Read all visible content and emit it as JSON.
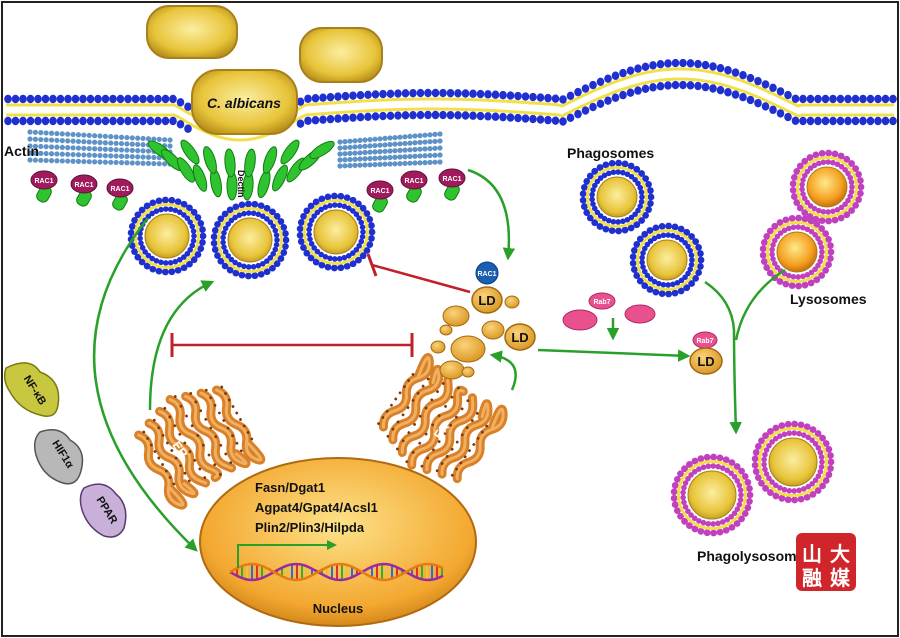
{
  "labels": {
    "c_albicans": "C. albicans",
    "actin": "Actin",
    "dectin": "Dectin",
    "phagosomes": "Phagosomes",
    "lysosomes": "Lysosomes",
    "phagolysosome": "Phagolysosome",
    "nucleus": "Nucleus",
    "er": "ER",
    "ld": "LD",
    "rac1": "RAC1",
    "rab7": "Rab7",
    "nfkb": "NF-κB",
    "hif1a": "HIF1α",
    "ppar": "PPAR"
  },
  "genes": [
    "Fasn/Dgat1",
    "Agpat4/Gpat4/Acsl1",
    "Plin2/Plin3/Hilpda"
  ],
  "watermark": {
    "chars": [
      "山",
      "大",
      "融",
      "媒"
    ]
  },
  "colors": {
    "membrane_head": "#1f2fd0",
    "membrane_tail": "#f2e04a",
    "fungus": "#e8c43a",
    "fungus_core": "#f6e27a",
    "dectin": "#2fc42f",
    "actin": "#5f93c8",
    "rac1": "#a01a5c",
    "lipid_droplet": "#e8b13a",
    "rab7": "#e8508e",
    "lysosome_ring": "#c040c0",
    "lysosome_core": "#f4a020",
    "er": "#d9802a",
    "nucleus": "#f3a830",
    "arrow_green": "#2aa02a",
    "inhibit_red": "#c0202a",
    "nfkb_fill": "#c8c840",
    "hif_fill": "#b8b8b8",
    "ppar_fill": "#c8b0d8",
    "watermark": "#d0252a"
  }
}
